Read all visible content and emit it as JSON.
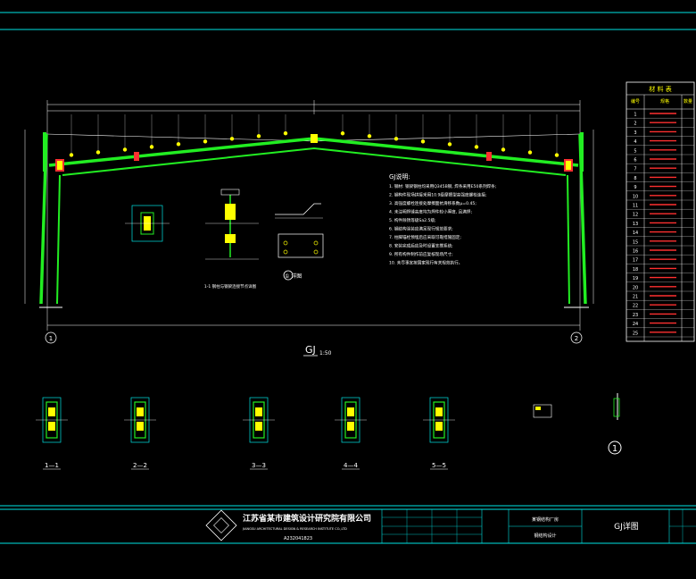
{
  "drawing": {
    "frame_label": "GJ",
    "frame_scale": "1:50",
    "notes_title": "GJ说明:",
    "notes": [
      "1. 钢材: 钢梁钢柱均采用Q345B钢, 焊条采用E50系列焊条;",
      "2. 钢构件现场拼接采用10.9级摩擦型高强度螺栓连接;",
      "3. 高强度螺栓连接处摩擦面抗滑移系数μ=0.45;",
      "4. 未注明焊缝高度均为焊件较小厚度, 且满焊;",
      "5. 构件除锈等级Sa2.5级;",
      "6. 钢结构涂装应满足现行规范要求;",
      "7. 柱脚锚栓预埋后应采取可靠措施固定;",
      "8. 安装完成后应及时设置支撑系统;",
      "9. 所有构件制作前应复核现场尺寸;",
      "10. 未尽事宜按国家现行有关规范执行。"
    ],
    "node_detail_caption": "1-1 钢柱与钢梁连接节点详图",
    "detail_1_label": "① 详图",
    "sections": [
      "1—1",
      "2—2",
      "3—3",
      "4—4",
      "5—5"
    ],
    "callout_1": "1",
    "axis_left": "1",
    "axis_right": "2"
  },
  "material_table": {
    "title": "材 料 表",
    "col_headers": [
      "编号",
      "规格",
      "数量"
    ],
    "rows": [
      "1",
      "2",
      "3",
      "4",
      "5",
      "6",
      "7",
      "8",
      "9",
      "10",
      "11",
      "12",
      "13",
      "14",
      "15",
      "16",
      "17",
      "18",
      "19",
      "20",
      "21",
      "22",
      "23",
      "24",
      "25"
    ]
  },
  "title_block": {
    "company_cn": "江苏省某市建筑设计研究院有限公司",
    "company_en": "JIANGSU ARCHITECTURAL DESIGN & RESEARCH INSTITUTE CO.,LTD",
    "cert_no": "A232041823",
    "project": "某钢结构厂房",
    "sheet_desc": "钢结构设计",
    "drawing_title": "GJ详图"
  },
  "colors": {
    "background": "#000000",
    "cyan": "#00e5e5",
    "green": "#22ee22",
    "white": "#ffffff",
    "yellow": "#ffff00",
    "red": "#ff3030",
    "magenta": "#ff40ff"
  }
}
